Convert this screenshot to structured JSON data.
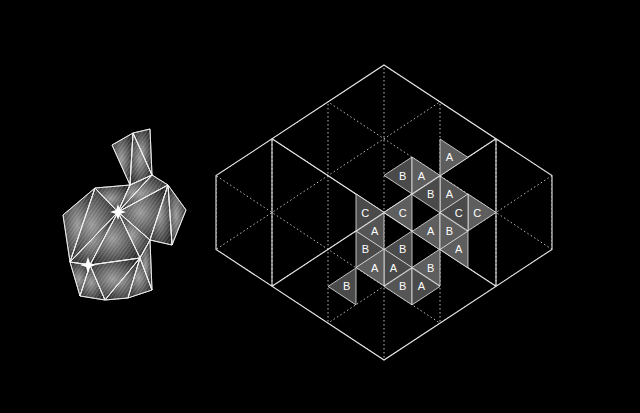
{
  "diagram": {
    "nodes": [
      {
        "text": [
          "A"
        ]
      },
      {
        "text": [
          "B"
        ]
      },
      {
        "text": [
          "A"
        ]
      },
      {
        "text": [
          "A"
        ]
      },
      {
        "text": [
          "B"
        ]
      },
      {
        "text": [
          "C"
        ]
      },
      {
        "text": [
          "C"
        ]
      },
      {
        "text": [
          "C"
        ]
      },
      {
        "text": [
          "C"
        ]
      },
      {
        "text": [
          "A"
        ]
      },
      {
        "text": [
          "A"
        ]
      },
      {
        "text": [
          "B"
        ]
      },
      {
        "text": [
          "B"
        ]
      },
      {
        "text": [
          "B"
        ]
      },
      {
        "text": [
          "A"
        ]
      },
      {
        "text": [
          "A"
        ]
      },
      {
        "text": [
          "B"
        ]
      },
      {
        "text": [
          "B"
        ]
      },
      {
        "text": [
          "B"
        ]
      },
      {
        "text": [
          "A"
        ]
      },
      {
        "text": [
          "A"
        ]
      }
    ]
  }
}
